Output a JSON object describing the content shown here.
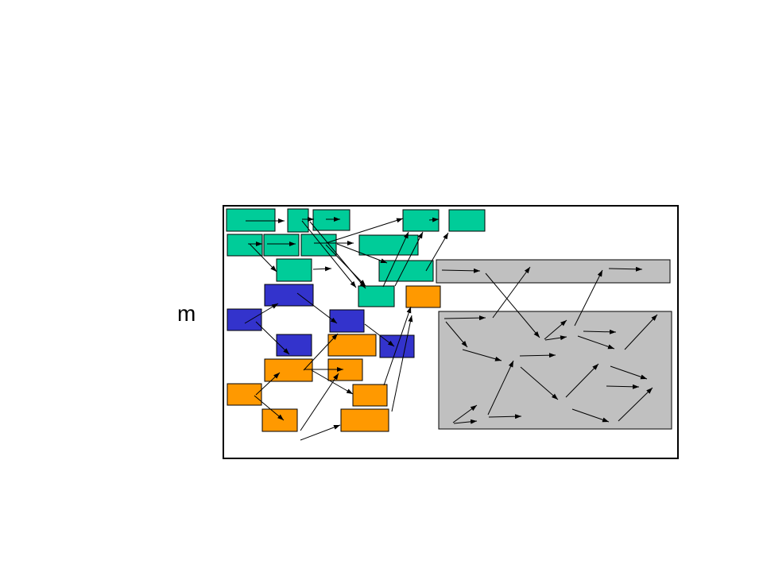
{
  "margin_label": "m",
  "colors": {
    "teal": "#00cc99",
    "blue": "#3333cc",
    "orange": "#ff9900",
    "gray": "#c0c0c0",
    "stroke": "#000000"
  },
  "boxes": [
    {
      "color": "teal"
    },
    {
      "color": "teal"
    },
    {
      "color": "teal"
    },
    {
      "color": "teal"
    },
    {
      "color": "teal"
    },
    {
      "color": "teal"
    },
    {
      "color": "teal"
    },
    {
      "color": "teal"
    },
    {
      "color": "teal"
    },
    {
      "color": "teal"
    },
    {
      "color": "teal"
    },
    {
      "color": "teal"
    },
    {
      "color": "orange"
    },
    {
      "color": "blue"
    },
    {
      "color": "blue"
    },
    {
      "color": "blue"
    },
    {
      "color": "blue"
    },
    {
      "color": "blue"
    },
    {
      "color": "orange"
    },
    {
      "color": "orange"
    },
    {
      "color": "orange"
    },
    {
      "color": "orange"
    },
    {
      "color": "orange"
    },
    {
      "color": "orange"
    },
    {
      "color": "orange"
    },
    {
      "color": "gray"
    },
    {
      "color": "gray"
    }
  ]
}
